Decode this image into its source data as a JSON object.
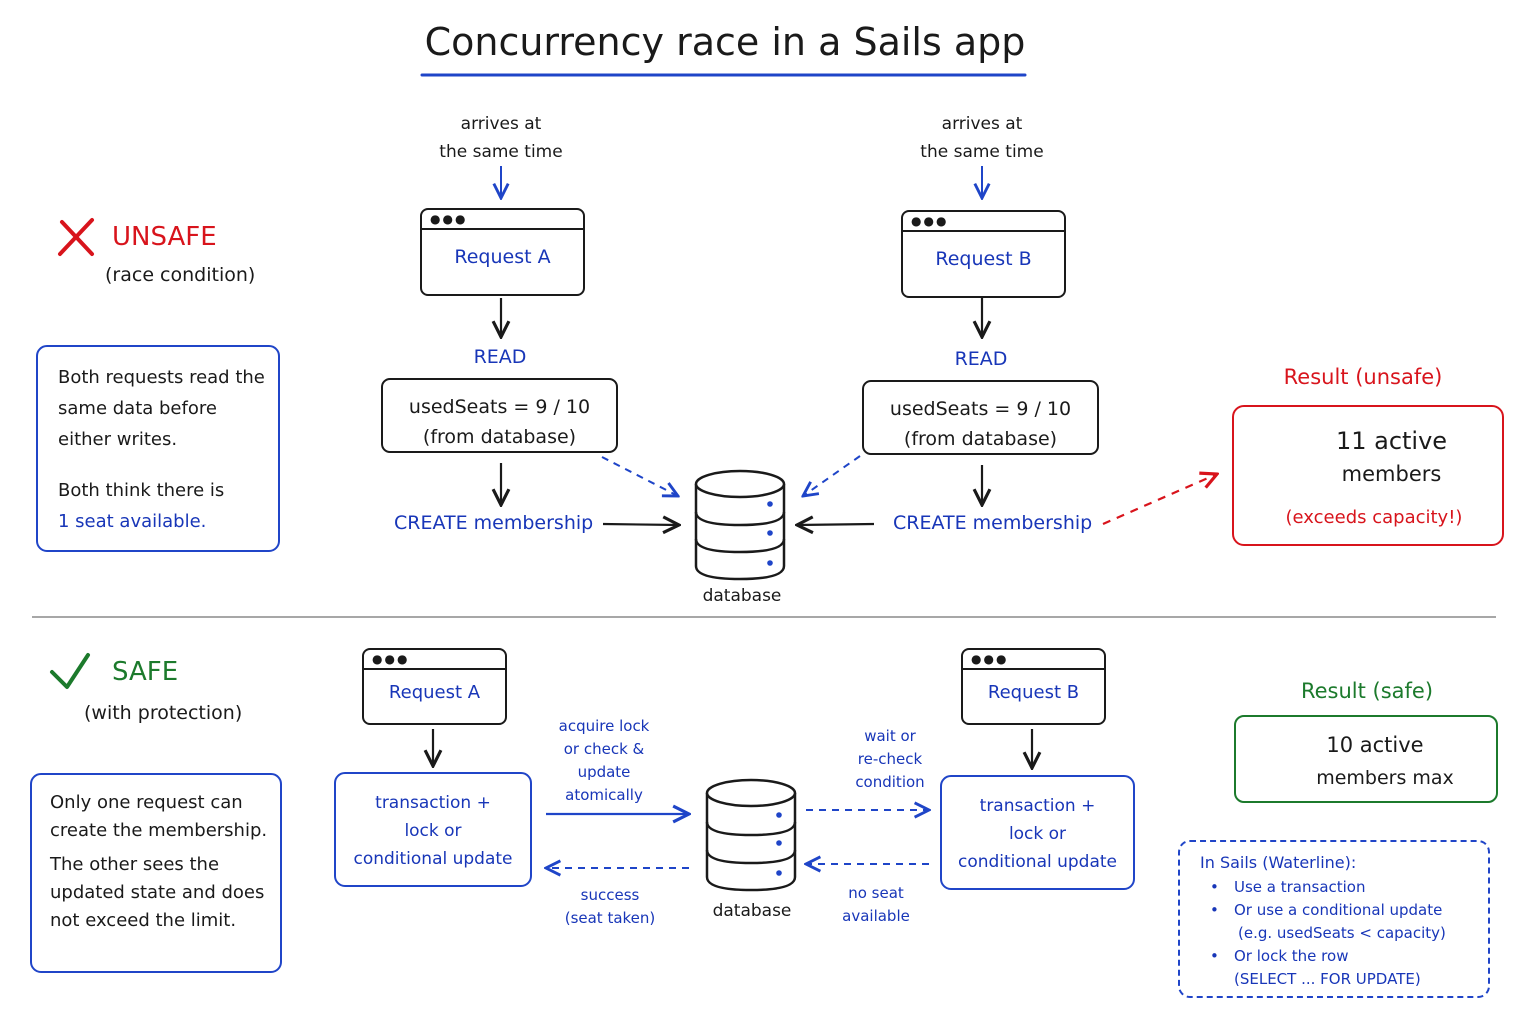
{
  "title": "Concurrency race in a Sails app",
  "colors": {
    "accent_blue": "#1836b8",
    "unsafe_red": "#d8141c",
    "safe_green": "#1c7a2c",
    "ink": "#1a1a1a"
  },
  "unsafe": {
    "icon": "x-mark-icon",
    "heading": "UNSAFE",
    "subheading": "(race condition)",
    "note": {
      "para1": "Both requests read the same data before either writes.",
      "para2_prefix": "Both think there is",
      "para2_highlight": "1 seat available."
    },
    "request_a": {
      "arrival_line1": "arrives at",
      "arrival_line2": "the same time",
      "window_dots": "●●●",
      "label": "Request A",
      "read_label": "READ",
      "read_line1": "usedSeats = 9 / 10",
      "read_line2": "(from database)",
      "create_label": "CREATE membership"
    },
    "request_b": {
      "arrival_line1": "arrives at",
      "arrival_line2": "the same time",
      "window_dots": "●●●",
      "label": "Request B",
      "read_label": "READ",
      "read_line1": "usedSeats = 9 / 10",
      "read_line2": "(from database)",
      "create_label": "CREATE membership"
    },
    "database_label": "database",
    "result": {
      "heading": "Result (unsafe)",
      "icon": "warning-icon",
      "line1": "11 active",
      "line2": "members",
      "note": "(exceeds capacity!)"
    }
  },
  "safe": {
    "icon": "check-mark-icon",
    "heading": "SAFE",
    "subheading": "(with protection)",
    "note": {
      "para1": "Only one request can create the membership.",
      "para2": "The other sees the updated state and does not exceed the limit."
    },
    "request_a": {
      "window_dots": "●●●",
      "label": "Request A",
      "tx_line1": "transaction +",
      "tx_line2": "lock or",
      "tx_line3": "conditional update"
    },
    "request_b": {
      "window_dots": "●●●",
      "label": "Request B",
      "tx_line1": "transaction +",
      "tx_line2": "lock or",
      "tx_line3": "conditional update"
    },
    "acquire": [
      "acquire lock",
      "or check &",
      "update",
      "atomically"
    ],
    "success": [
      "success",
      "(seat taken)"
    ],
    "wait": [
      "wait or",
      "re-check",
      "condition"
    ],
    "no_seat": [
      "no seat",
      "available"
    ],
    "database_label": "database",
    "result": {
      "heading": "Result (safe)",
      "icon": "check-circle-icon",
      "line1": "10 active",
      "line2": "members max"
    },
    "tips": {
      "heading": "In Sails (Waterline):",
      "items": [
        "Use a transaction",
        "Or use a conditional update",
        "Or lock the row"
      ],
      "item2_detail": "(e.g. usedSeats < capacity)",
      "item3_detail": "(SELECT ... FOR UPDATE)"
    }
  }
}
